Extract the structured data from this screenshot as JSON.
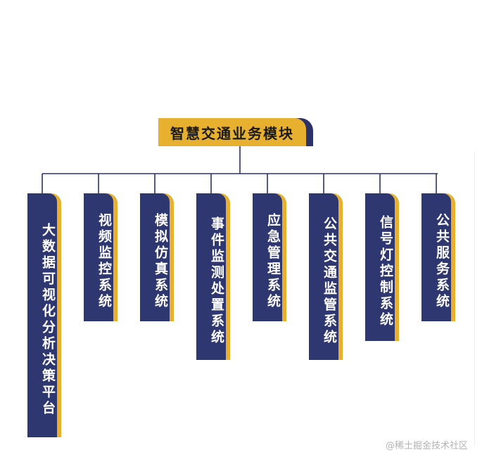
{
  "diagram": {
    "root": "智慧交通业务模块",
    "children": [
      "大数据可视化分析决策平台",
      "视频监控系统",
      "模拟仿真系统",
      "事件监测处置系统",
      "应急管理系统",
      "公共交通监管系统",
      "信号灯控制系统",
      "公共服务系统"
    ]
  },
  "colors": {
    "navy": "#2f3770",
    "gold": "#e7b02e",
    "line": "#2d3266"
  },
  "watermark": "@稀土掘金技术社区"
}
